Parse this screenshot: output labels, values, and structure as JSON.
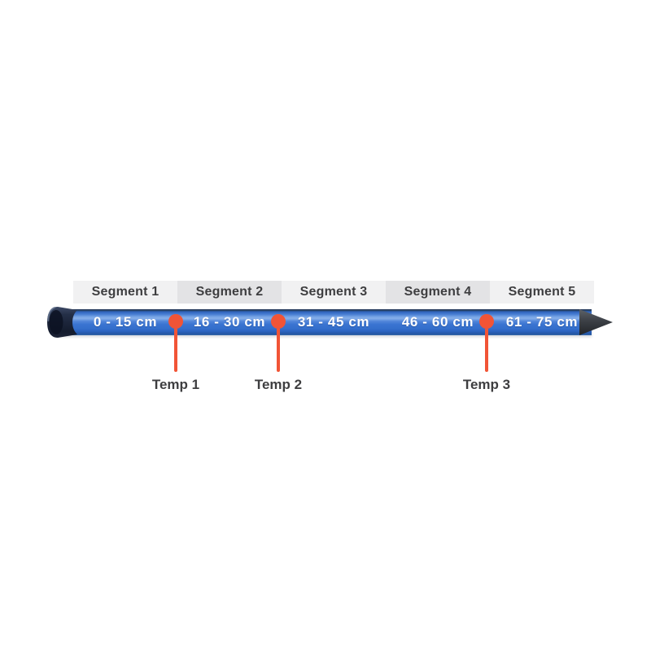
{
  "diagram": {
    "type": "soil-probe-segment-diagram",
    "segments": [
      {
        "label": "Segment 1",
        "depth_range": "0 - 15 cm"
      },
      {
        "label": "Segment 2",
        "depth_range": "16 - 30 cm"
      },
      {
        "label": "Segment 3",
        "depth_range": "31 - 45 cm"
      },
      {
        "label": "Segment 4",
        "depth_range": "46 - 60 cm"
      },
      {
        "label": "Segment 5",
        "depth_range": "61 - 75 cm"
      }
    ],
    "temp_sensors": [
      {
        "label": "Temp 1"
      },
      {
        "label": "Temp 2"
      },
      {
        "label": "Temp 3"
      }
    ],
    "colors": {
      "marker": "#F15436",
      "rod_primary": "#3A73D0",
      "rod_highlight": "#84ADE9",
      "rod_edge_dark": "#26395E",
      "cap_dark": "#141B2D",
      "tip_gray": "#3C4046",
      "cell_light": "#F1F1F2",
      "cell_dark": "#E3E3E5",
      "text_dark": "#3E3E40",
      "rod_text": "#FFFFFF"
    }
  }
}
